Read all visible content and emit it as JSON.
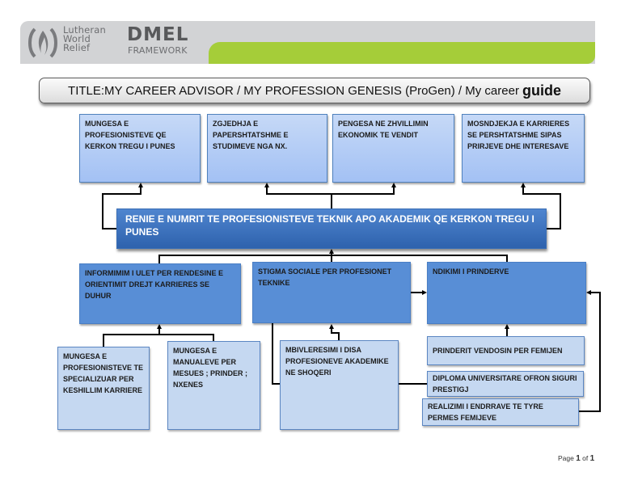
{
  "header": {
    "logo_icon": "flame-in-hands-icon",
    "org_name": [
      "Lutheran",
      "World",
      "Relief"
    ],
    "brand": "DMEL",
    "brand_sub": "FRAMEWORK",
    "colors": {
      "gray_band": "#d2d3d5",
      "green_band": "#a5cd39"
    }
  },
  "title": {
    "main": "TITLE:MY CAREER ADVISOR / MY PROFESSION GENESIS  (ProGen) / My career",
    "emphasis": "guide"
  },
  "diagram": {
    "effects": [
      "MUNGESA E PROFESIONISTEVE QE KERKON TREGU I PUNES",
      "ZGJEDHJA E PAPERSHTATSHME E STUDIMEVE NGA NX.",
      "PENGESA NE ZHVILLIMIN EKONOMIK TE VENDIT",
      "MOSNDJEKJA E KARRIERES SE PERSHTATSHME SIPAS PRIRJEVE DHE INTERESAVE"
    ],
    "core_problem": "RENIE E NUMRIT TE PROFESIONISTEVE TEKNIK APO AKADEMIK  QE KERKON TREGU I PUNES",
    "causes": [
      "INFORMIMIM I ULET  PER RENDESINE E ORIENTIMIT DREJT KARRIERES SE DUHUR",
      "STIGMA SOCIALE PER PROFESIONET TEKNIKE",
      "NDIKIMI I PRINDERVE"
    ],
    "sub_causes": {
      "informimi": [
        "MUNGESA E PROFESIONISTEVE TE SPECIALIZUAR PER KESHILLIM KARRIERE",
        "MUNGESA E MANUALEVE PER MESUES ; PRINDER ; NXENES"
      ],
      "stigma": [
        "MBIVLERESIMI I DISA PROFESIONEVE AKADEMIKE NE SHOQERI"
      ],
      "ndikimi": [
        "PRINDERIT VENDOSIN PER FEMIJEN",
        "DIPLOMA UNIVERSITARE OFRON SIGURI PRESTIGJ",
        "REALIZIMI I ENDRRAVE TE TYRE PERMES FEMIJEVE"
      ]
    },
    "colors": {
      "effect_box": "#a3c1f4",
      "core_box": "#2e62ad",
      "cause_box": "#588ed6",
      "sub_cause_box": "#c5d8f1",
      "connector": "#000000"
    }
  },
  "footer": {
    "page_label": "Page",
    "current_page": "1",
    "of_label": "of",
    "total_pages": "1"
  }
}
